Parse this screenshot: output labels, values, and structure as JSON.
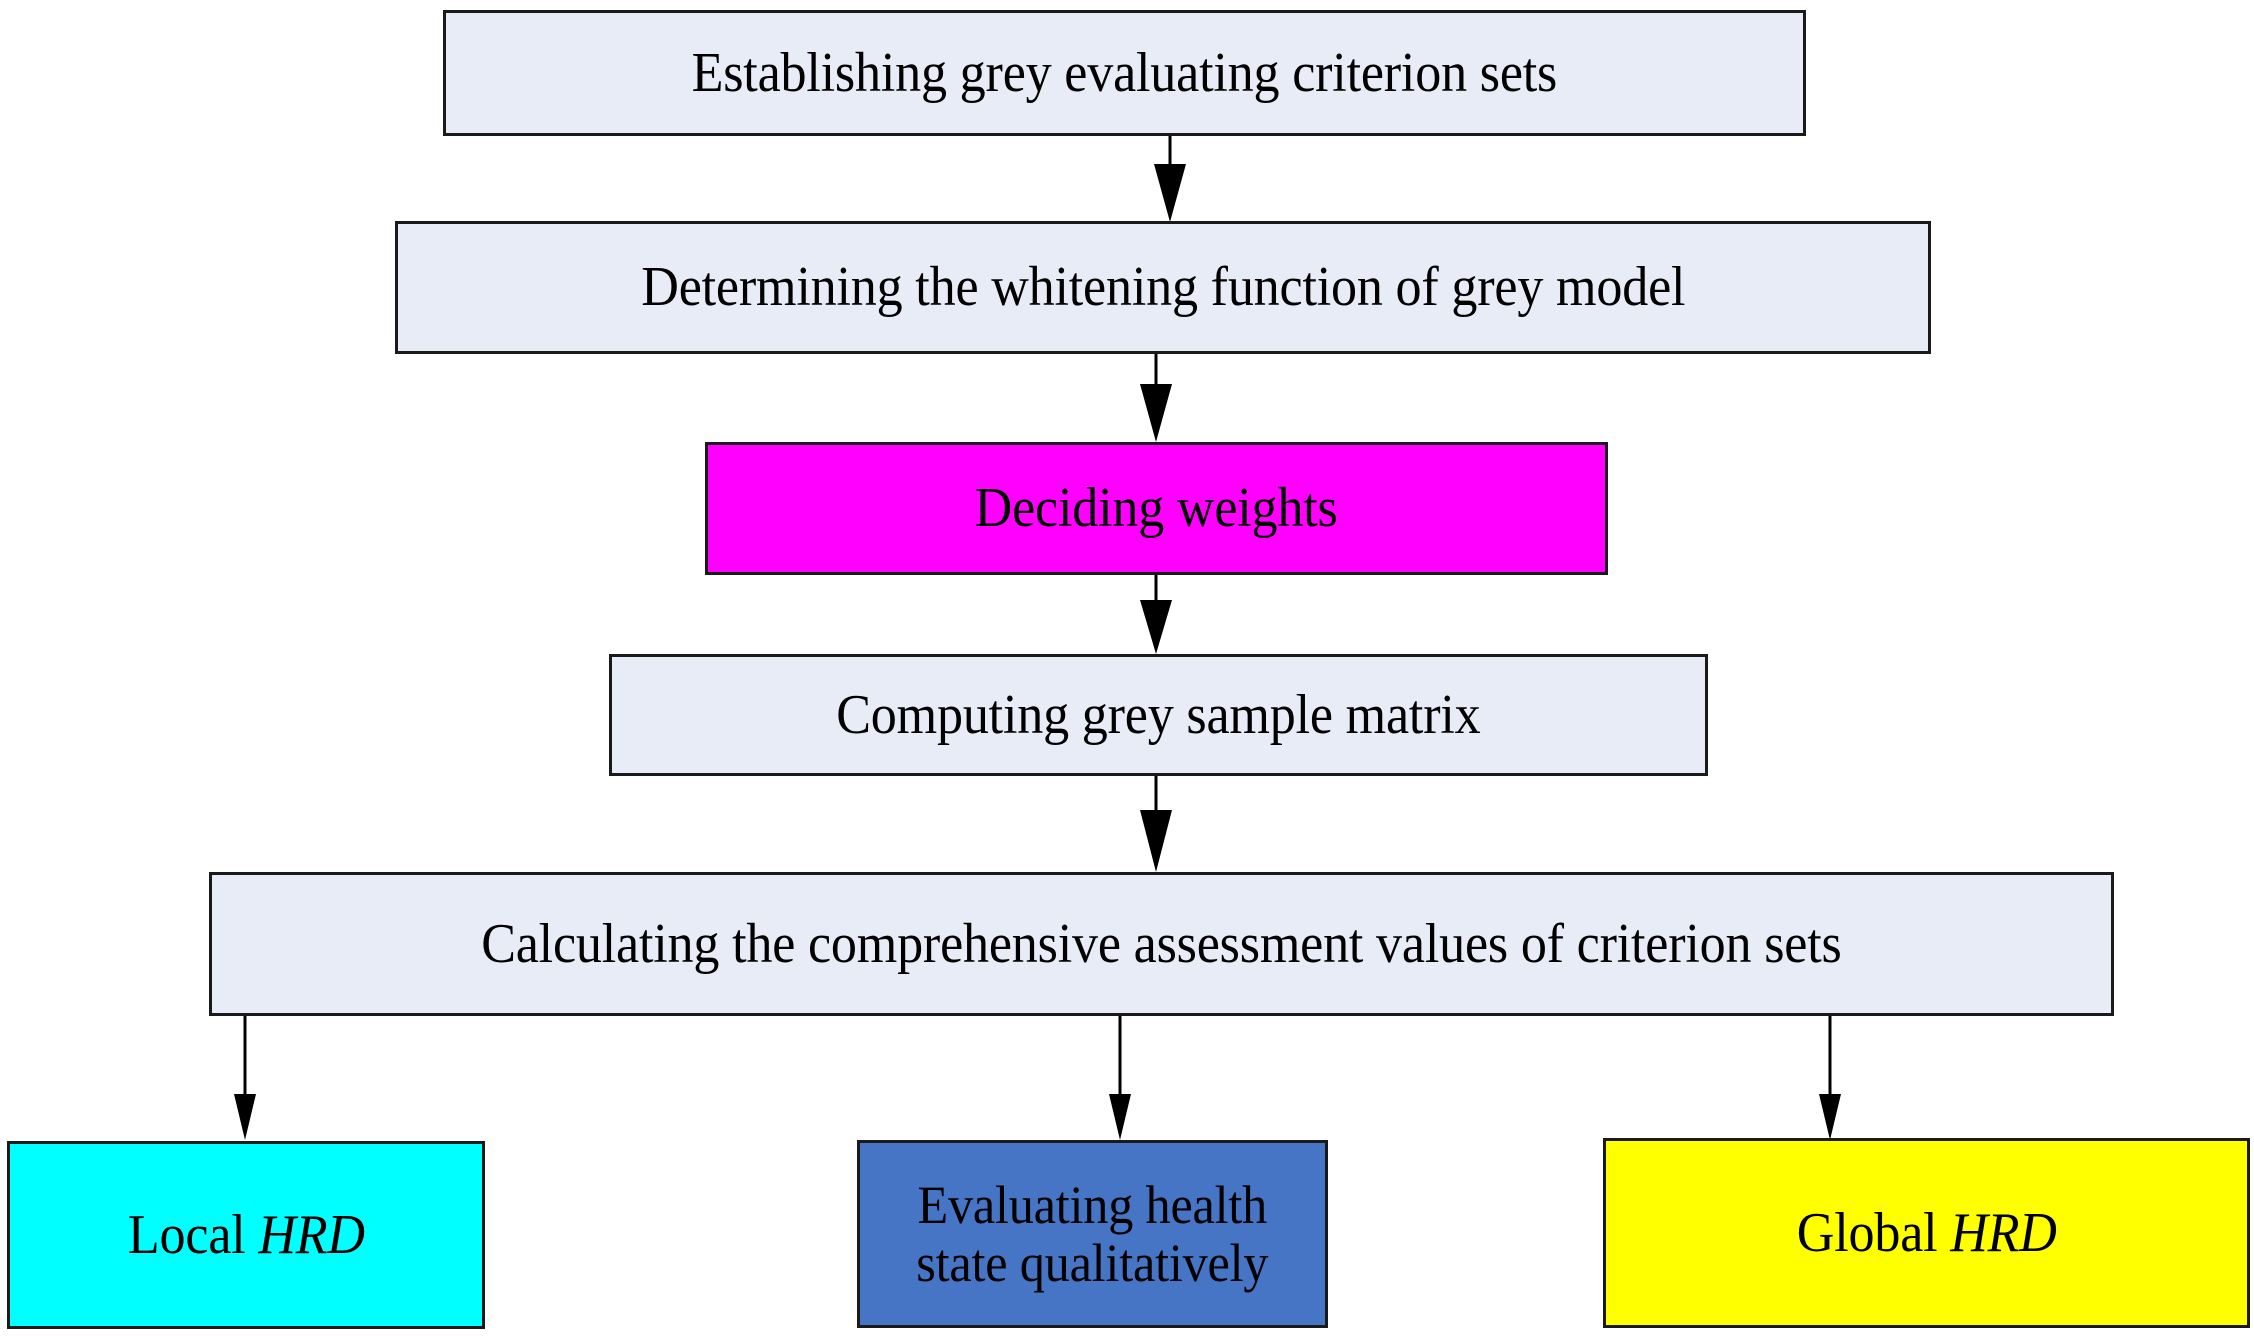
{
  "diagram": {
    "title": "Grey evaluation flowchart for health state assessment",
    "background": "#ffffff",
    "nodes": [
      {
        "id": "criterion-sets",
        "label": "Establishing grey evaluating criterion sets",
        "fill": "#e7ecf6",
        "border": "#1a1a1a"
      },
      {
        "id": "whitening",
        "label": "Determining the whitening function of grey model",
        "fill": "#e7ecf6",
        "border": "#1a1a1a"
      },
      {
        "id": "weights",
        "label": "Deciding weights",
        "fill": "#ff00ff",
        "border": "#1a1a1a"
      },
      {
        "id": "sample-matrix",
        "label": "Computing grey sample matrix",
        "fill": "#e7ecf6",
        "border": "#1a1a1a"
      },
      {
        "id": "assessment",
        "label": "Calculating the comprehensive assessment values of criterion sets",
        "fill": "#e7ecf6",
        "border": "#1a1a1a"
      },
      {
        "id": "local-hrd",
        "label_prefix": "Local ",
        "label_italic": "HRD",
        "fill": "#00ffff",
        "border": "#1a1a1a"
      },
      {
        "id": "qualitative",
        "label_line1": "Evaluating health",
        "label_line2": "state qualitatively",
        "fill": "#4575c4",
        "border": "#1a1a1a"
      },
      {
        "id": "global-hrd",
        "label_prefix": "Global ",
        "label_italic": "HRD",
        "fill": "#ffff00",
        "border": "#1a1a1a"
      }
    ],
    "edges": [
      {
        "from": "criterion-sets",
        "to": "whitening"
      },
      {
        "from": "whitening",
        "to": "weights"
      },
      {
        "from": "weights",
        "to": "sample-matrix"
      },
      {
        "from": "sample-matrix",
        "to": "assessment"
      },
      {
        "from": "assessment",
        "to": "local-hrd"
      },
      {
        "from": "assessment",
        "to": "qualitative"
      },
      {
        "from": "assessment",
        "to": "global-hrd"
      }
    ]
  }
}
